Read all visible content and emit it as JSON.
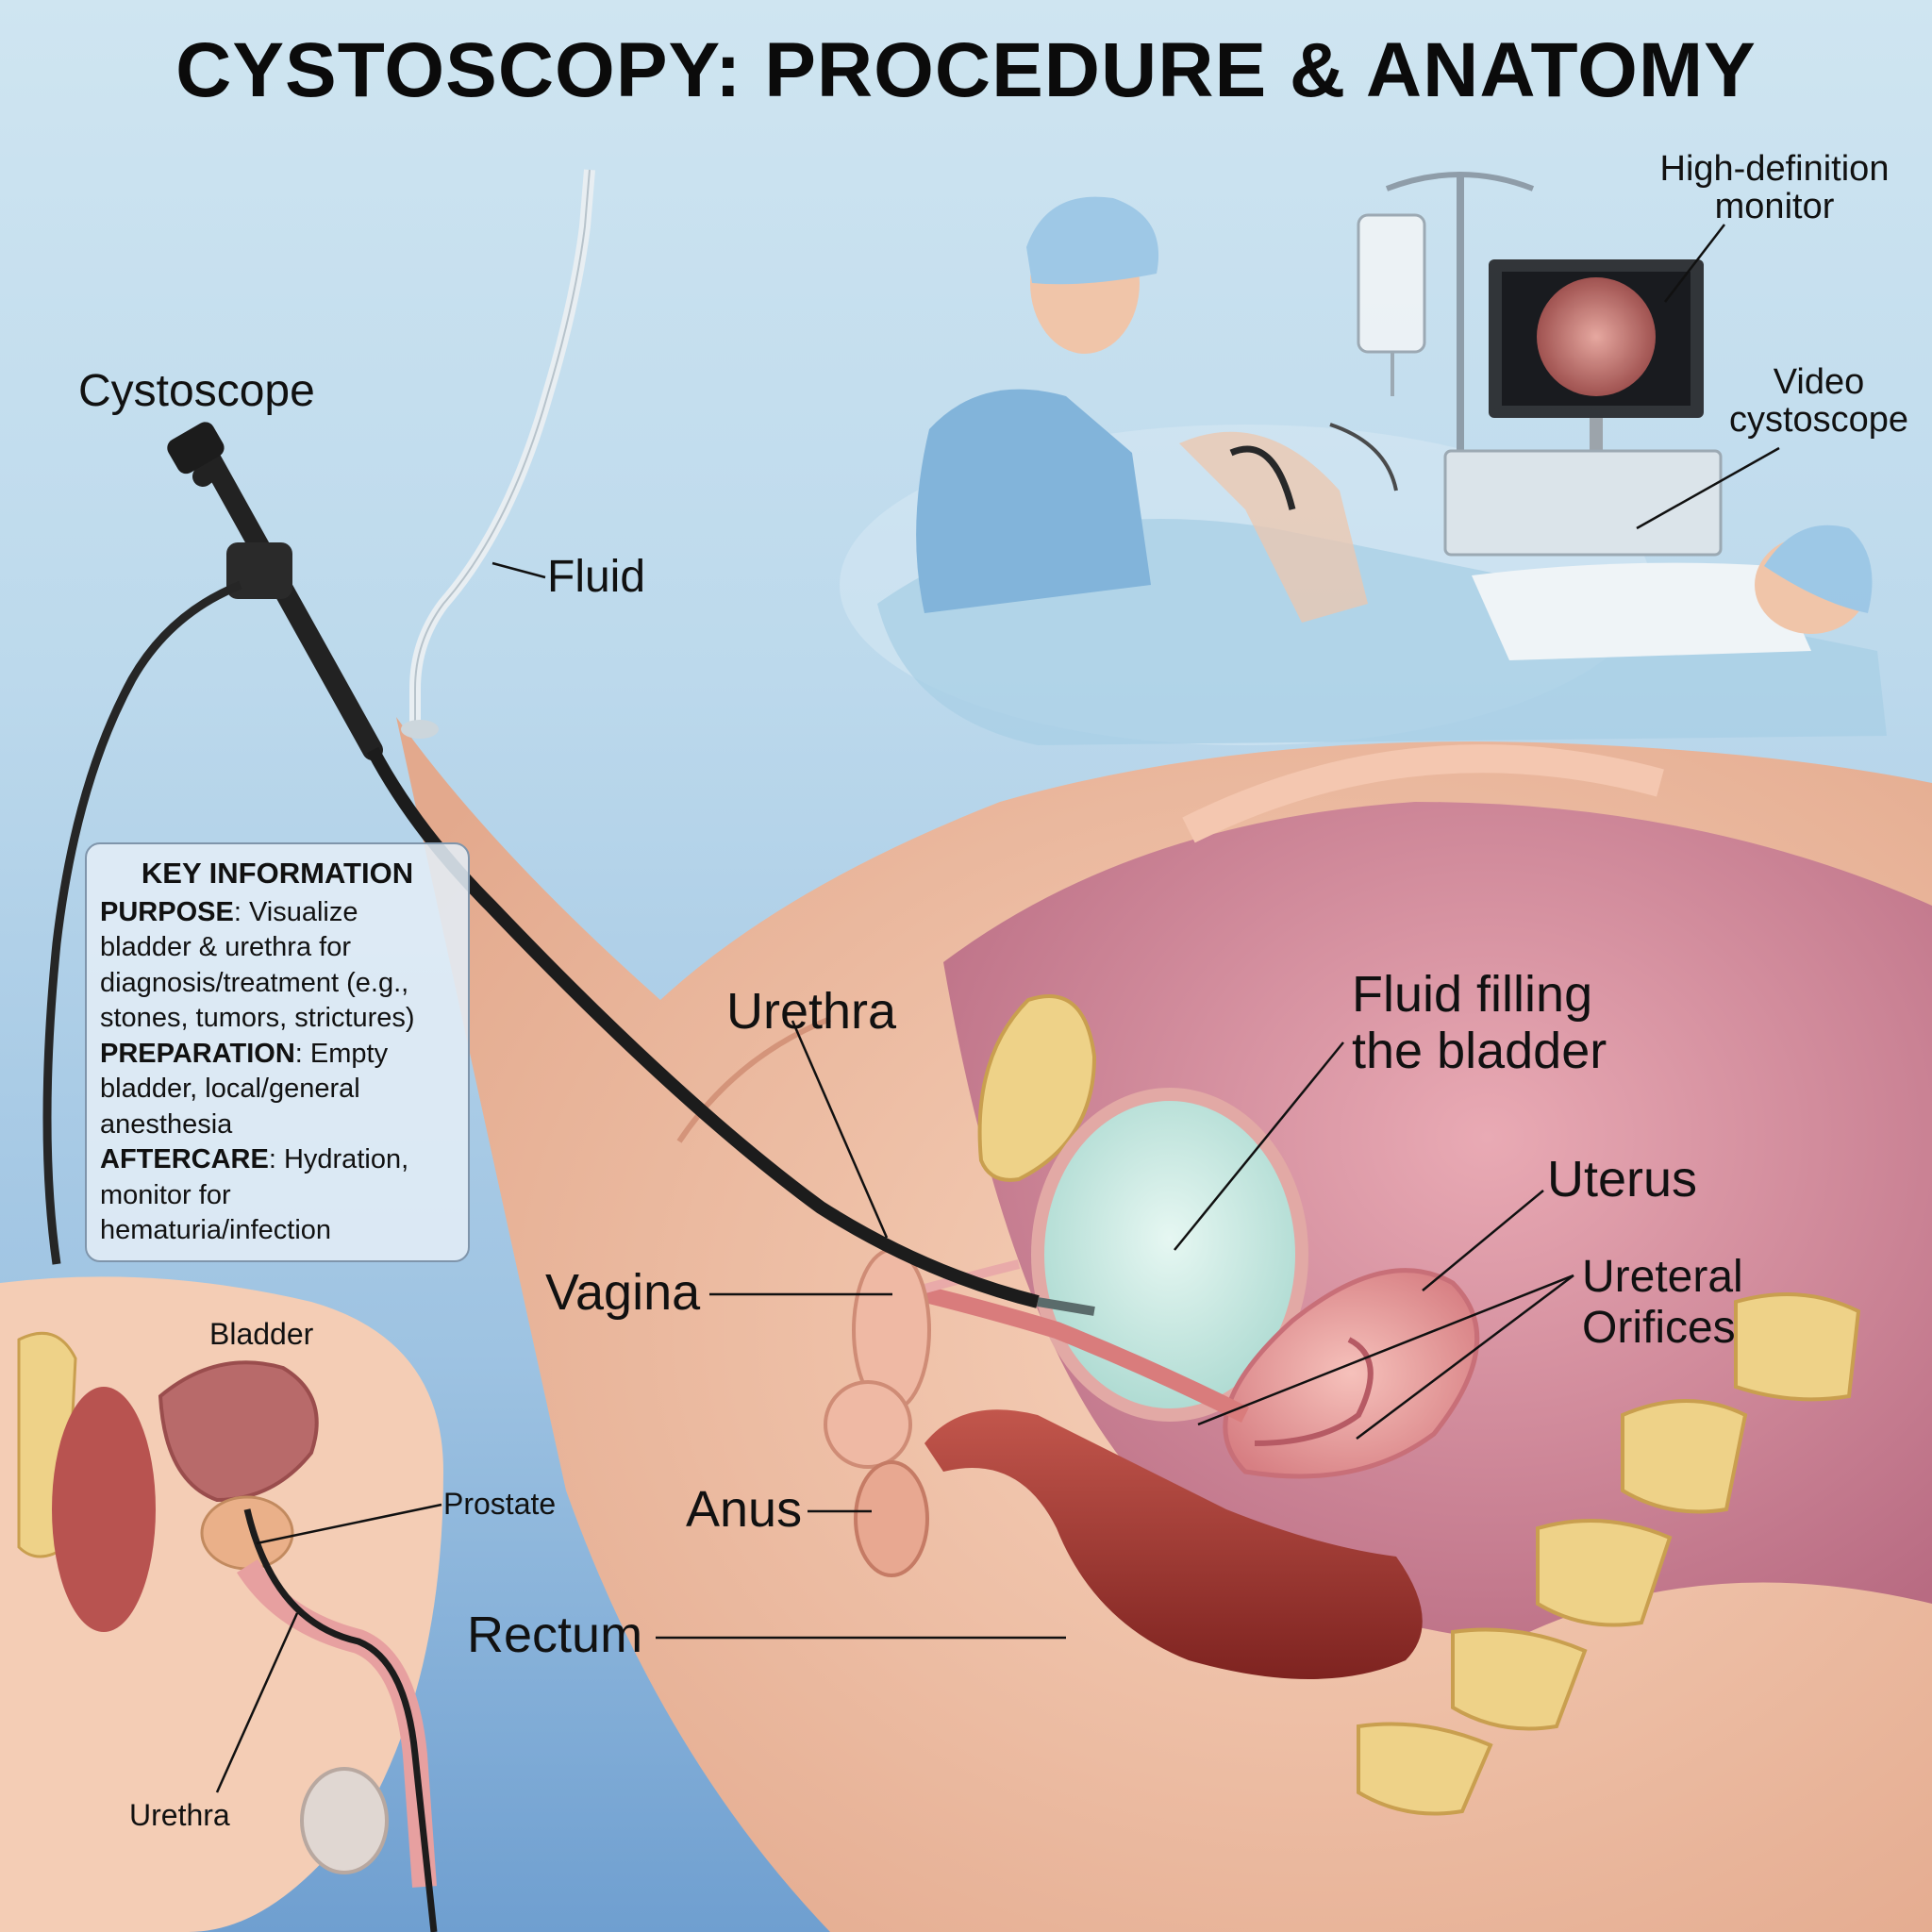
{
  "title": "CYSTOSCOPY: PROCEDURE & ANATOMY",
  "labels": {
    "cystoscope": "Cystoscope",
    "fluid": "Fluid",
    "hd_monitor_line1": "High-definition",
    "hd_monitor_line2": "monitor",
    "video_cystoscope_line1": "Video",
    "video_cystoscope_line2": "cystoscope",
    "urethra": "Urethra",
    "fluid_bladder_line1": "Fluid filling",
    "fluid_bladder_line2": "the bladder",
    "uterus": "Uterus",
    "ureteral_line1": "Ureteral",
    "ureteral_line2": "Orifices",
    "vagina": "Vagina",
    "anus": "Anus",
    "rectum": "Rectum",
    "male_bladder": "Bladder",
    "male_prostate": "Prostate",
    "male_urethra": "Urethra"
  },
  "key_info": {
    "heading": "KEY INFORMATION",
    "purpose_label": "PURPOSE",
    "purpose_text": ": Visualize bladder & urethra for diagnosis/treatment (e.g., stones, tumors, strictures)",
    "preparation_label": "PREPARATION",
    "preparation_text": ": Empty bladder, local/general anesthesia",
    "aftercare_label": "AFTERCARE",
    "aftercare_text": ": Hydration, monitor for hematuria/infection"
  },
  "colors": {
    "skin": "#f2c3a8",
    "tissue_pink": "#e9a1a3",
    "rectum": "#a83a35",
    "bladder_fluid": "#cdeee6",
    "bone": "#edd38c",
    "scrub_blue": "#7fb2d9",
    "scope_black": "#1c1c1c"
  }
}
